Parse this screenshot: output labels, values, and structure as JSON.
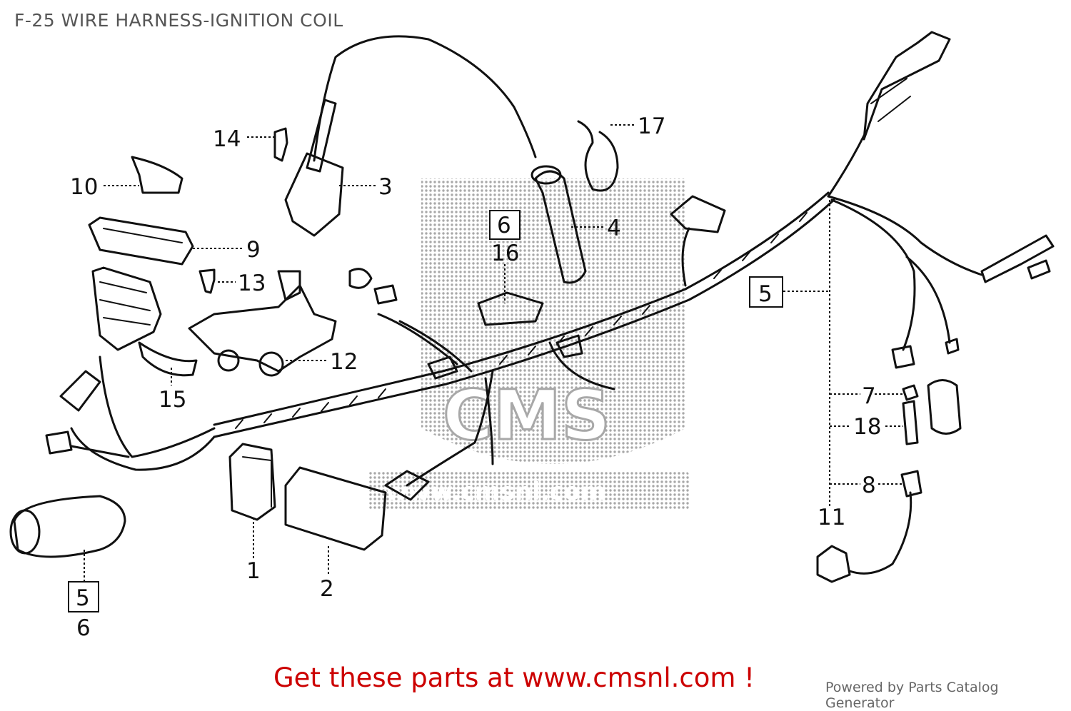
{
  "header": {
    "title": "F-25 WIRE HARNESS-IGNITION COIL"
  },
  "watermark": {
    "brand": "CMS",
    "site": "www.cmsnl.com"
  },
  "callouts": [
    {
      "id": "c1",
      "label": "1"
    },
    {
      "id": "c2",
      "label": "2"
    },
    {
      "id": "c3",
      "label": "3"
    },
    {
      "id": "c4",
      "label": "4"
    },
    {
      "id": "c5a",
      "label": "5",
      "boxed": true
    },
    {
      "id": "c5b",
      "label": "5",
      "boxed": true
    },
    {
      "id": "c6",
      "label": "6"
    },
    {
      "id": "c6b",
      "label": "6",
      "boxed": true
    },
    {
      "id": "c7",
      "label": "7"
    },
    {
      "id": "c8",
      "label": "8"
    },
    {
      "id": "c9",
      "label": "9"
    },
    {
      "id": "c10",
      "label": "10"
    },
    {
      "id": "c11",
      "label": "11"
    },
    {
      "id": "c12",
      "label": "12"
    },
    {
      "id": "c13",
      "label": "13"
    },
    {
      "id": "c14",
      "label": "14"
    },
    {
      "id": "c15",
      "label": "15"
    },
    {
      "id": "c16",
      "label": "16"
    },
    {
      "id": "c17",
      "label": "17"
    },
    {
      "id": "c18",
      "label": "18"
    }
  ],
  "footer": {
    "cta": "Get these parts at www.cmsnl.com !",
    "powered": "Powered by Parts Catalog Generator"
  },
  "colors": {
    "cta": "#cc0000",
    "title": "#555555",
    "line": "#111111",
    "watermark": "#9a9a9a"
  }
}
